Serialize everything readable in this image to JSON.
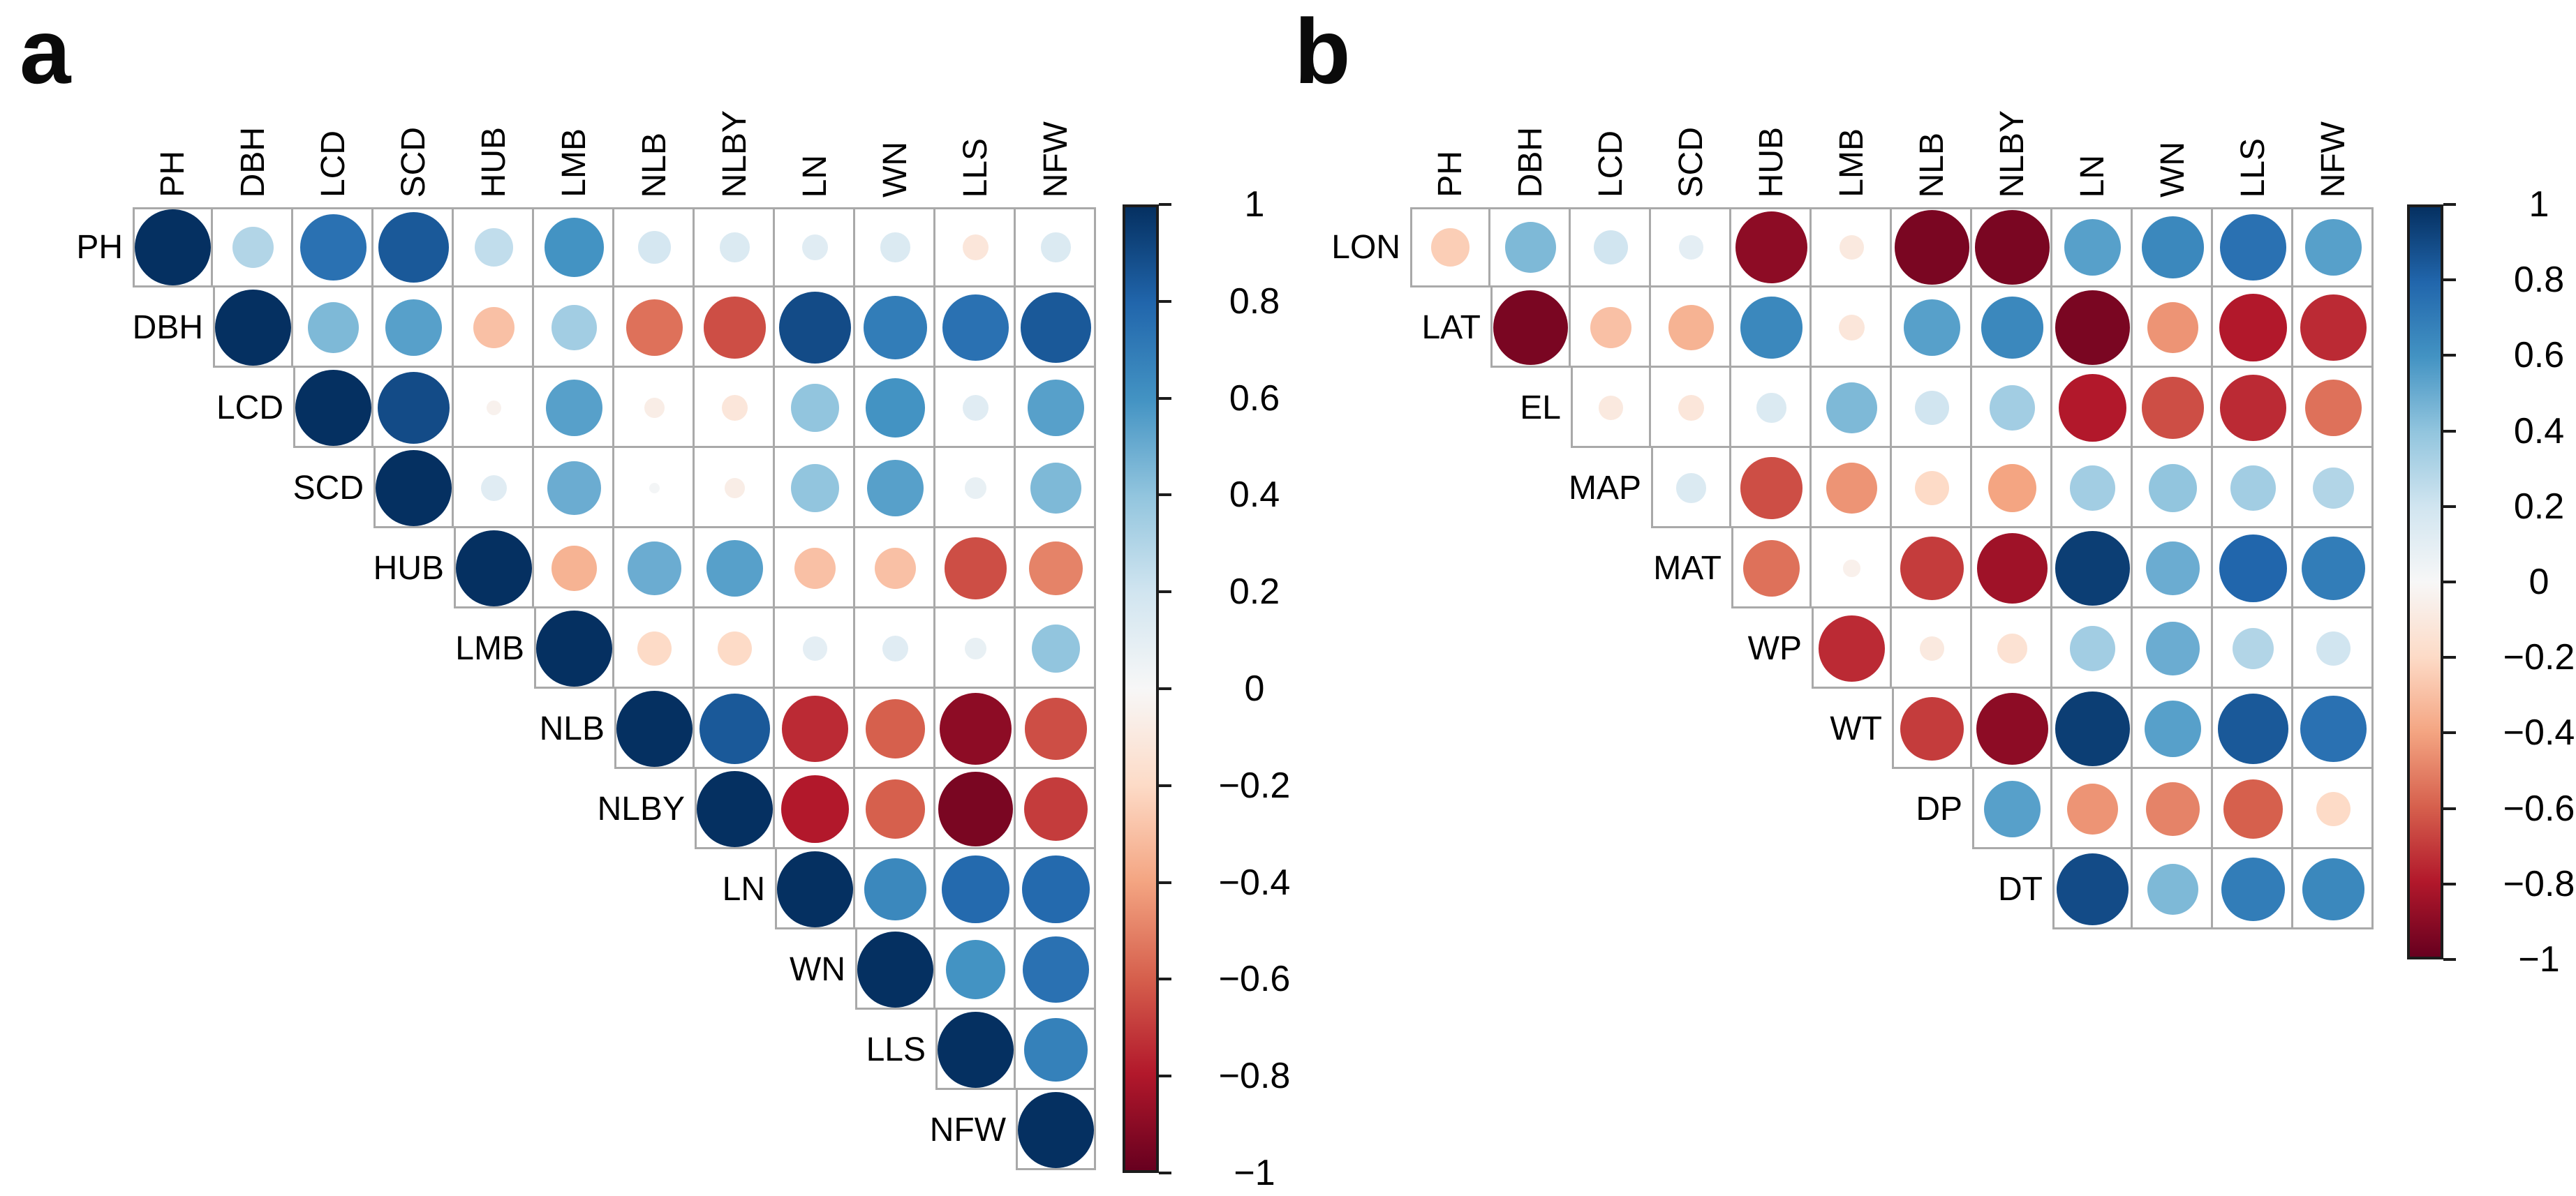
{
  "figure": {
    "panel_a_label": "a",
    "panel_b_label": "b"
  },
  "colorbar": {
    "tick_labels": [
      "1",
      "0.8",
      "0.6",
      "0.4",
      "0.2",
      "0",
      "−0.2",
      "−0.4",
      "−0.6",
      "−0.8",
      "−1"
    ],
    "value_range": [
      1,
      -1
    ],
    "palette_neg_to_pos": [
      "#67001F",
      "#B2182B",
      "#D6604D",
      "#F4A582",
      "#FDDBC7",
      "#F7F7F7",
      "#D1E5F0",
      "#92C5DE",
      "#4393C3",
      "#2166AC",
      "#053061"
    ]
  },
  "chart_data": [
    {
      "type": "heatmap",
      "subtype": "correlation-bubble-matrix-upper-triangle",
      "panel": "a",
      "legend_position": "right-colorbar",
      "grid": true,
      "value_range": [
        -1,
        1
      ],
      "columns": [
        "PH",
        "DBH",
        "LCD",
        "SCD",
        "HUB",
        "LMB",
        "NLB",
        "NLBY",
        "LN",
        "WN",
        "LLS",
        "NFW"
      ],
      "rows": [
        "PH",
        "DBH",
        "LCD",
        "SCD",
        "HUB",
        "LMB",
        "NLB",
        "NLBY",
        "LN",
        "WN",
        "LLS",
        "NFW"
      ],
      "values": [
        [
          1,
          0.3,
          0.75,
          0.85,
          0.25,
          0.6,
          0.18,
          0.15,
          0.12,
          0.15,
          -0.12,
          0.15
        ],
        [
          null,
          1,
          0.45,
          0.55,
          -0.3,
          0.35,
          -0.55,
          -0.65,
          0.9,
          0.7,
          0.75,
          0.85
        ],
        [
          null,
          null,
          1,
          0.9,
          -0.04,
          0.55,
          -0.07,
          -0.12,
          0.4,
          0.6,
          0.12,
          0.55
        ],
        [
          null,
          null,
          null,
          1,
          0.12,
          0.5,
          0.02,
          -0.07,
          0.4,
          0.55,
          0.08,
          0.45
        ],
        [
          null,
          null,
          null,
          null,
          1,
          -0.35,
          0.5,
          0.55,
          -0.3,
          -0.3,
          -0.65,
          -0.5
        ],
        [
          null,
          null,
          null,
          null,
          null,
          1,
          -0.2,
          -0.2,
          0.1,
          0.12,
          0.08,
          0.4
        ],
        [
          null,
          null,
          null,
          null,
          null,
          null,
          1,
          0.85,
          -0.75,
          -0.6,
          -0.9,
          -0.65
        ],
        [
          null,
          null,
          null,
          null,
          null,
          null,
          null,
          1,
          -0.8,
          -0.6,
          -0.95,
          -0.7
        ],
        [
          null,
          null,
          null,
          null,
          null,
          null,
          null,
          null,
          1,
          0.65,
          0.78,
          0.78
        ],
        [
          null,
          null,
          null,
          null,
          null,
          null,
          null,
          null,
          null,
          1,
          0.6,
          0.75
        ],
        [
          null,
          null,
          null,
          null,
          null,
          null,
          null,
          null,
          null,
          null,
          1,
          0.68
        ],
        [
          null,
          null,
          null,
          null,
          null,
          null,
          null,
          null,
          null,
          null,
          null,
          1
        ]
      ]
    },
    {
      "type": "heatmap",
      "subtype": "correlation-bubble-matrix-upper-triangle",
      "panel": "b",
      "legend_position": "right-colorbar",
      "grid": true,
      "value_range": [
        -1,
        1
      ],
      "columns": [
        "PH",
        "DBH",
        "LCD",
        "SCD",
        "HUB",
        "LMB",
        "NLB",
        "NLBY",
        "LN",
        "WN",
        "LLS",
        "NFW"
      ],
      "rows": [
        "LON",
        "LAT",
        "EL",
        "MAP",
        "MAT",
        "WP",
        "WT",
        "DP",
        "DT"
      ],
      "values": [
        [
          -0.25,
          0.45,
          0.2,
          0.1,
          -0.9,
          -0.1,
          -0.95,
          -0.95,
          0.55,
          0.65,
          0.75,
          0.55
        ],
        [
          null,
          -0.95,
          -0.3,
          -0.35,
          0.65,
          -0.12,
          0.55,
          0.65,
          -0.95,
          -0.45,
          -0.8,
          -0.75
        ],
        [
          null,
          null,
          -0.1,
          -0.12,
          0.15,
          0.45,
          0.2,
          0.35,
          -0.8,
          -0.65,
          -0.75,
          -0.55
        ],
        [
          null,
          null,
          null,
          0.15,
          -0.65,
          -0.45,
          -0.2,
          -0.4,
          0.35,
          0.4,
          0.35,
          0.3
        ],
        [
          null,
          null,
          null,
          null,
          -0.55,
          -0.05,
          -0.7,
          -0.85,
          0.95,
          0.5,
          0.8,
          0.7
        ],
        [
          null,
          null,
          null,
          null,
          null,
          -0.75,
          -0.1,
          -0.15,
          0.35,
          0.5,
          0.3,
          0.2
        ],
        [
          null,
          null,
          null,
          null,
          null,
          null,
          -0.7,
          -0.9,
          0.95,
          0.55,
          0.85,
          0.75
        ],
        [
          null,
          null,
          null,
          null,
          null,
          null,
          null,
          0.55,
          -0.45,
          -0.5,
          -0.6,
          -0.2
        ],
        [
          null,
          null,
          null,
          null,
          null,
          null,
          null,
          null,
          0.9,
          0.45,
          0.7,
          0.65
        ]
      ]
    }
  ]
}
